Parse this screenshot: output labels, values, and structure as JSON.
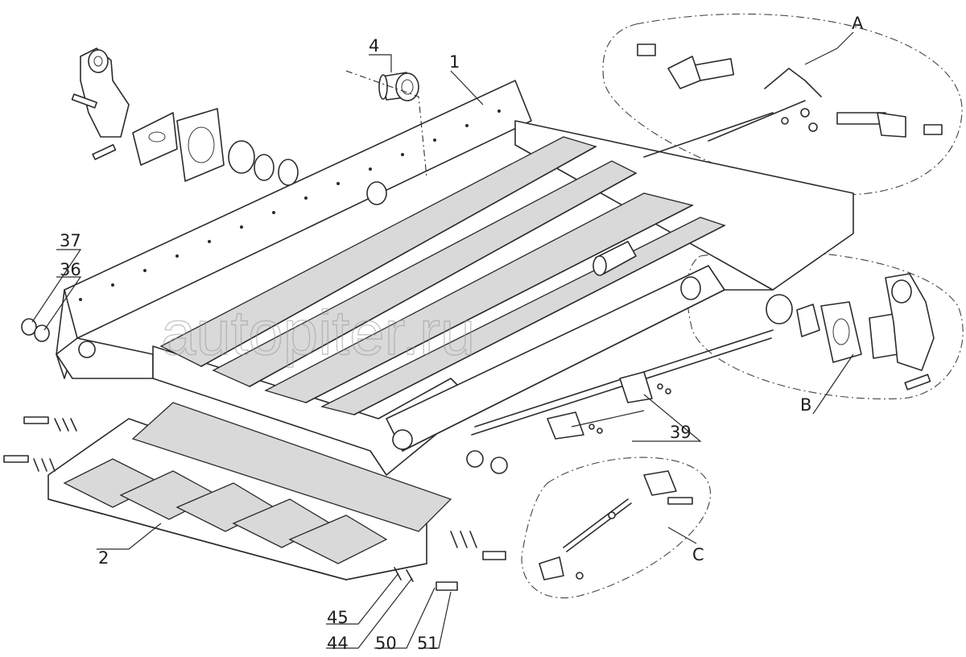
{
  "watermark": "autopiter.ru",
  "parts": {
    "p1": "1",
    "p2": "2",
    "p4": "4",
    "p36": "36",
    "p37": "37",
    "p39": "39",
    "p44": "44",
    "p45": "45",
    "p50": "50",
    "p51": "51"
  },
  "details": {
    "A": "A",
    "B": "B",
    "C": "C"
  }
}
